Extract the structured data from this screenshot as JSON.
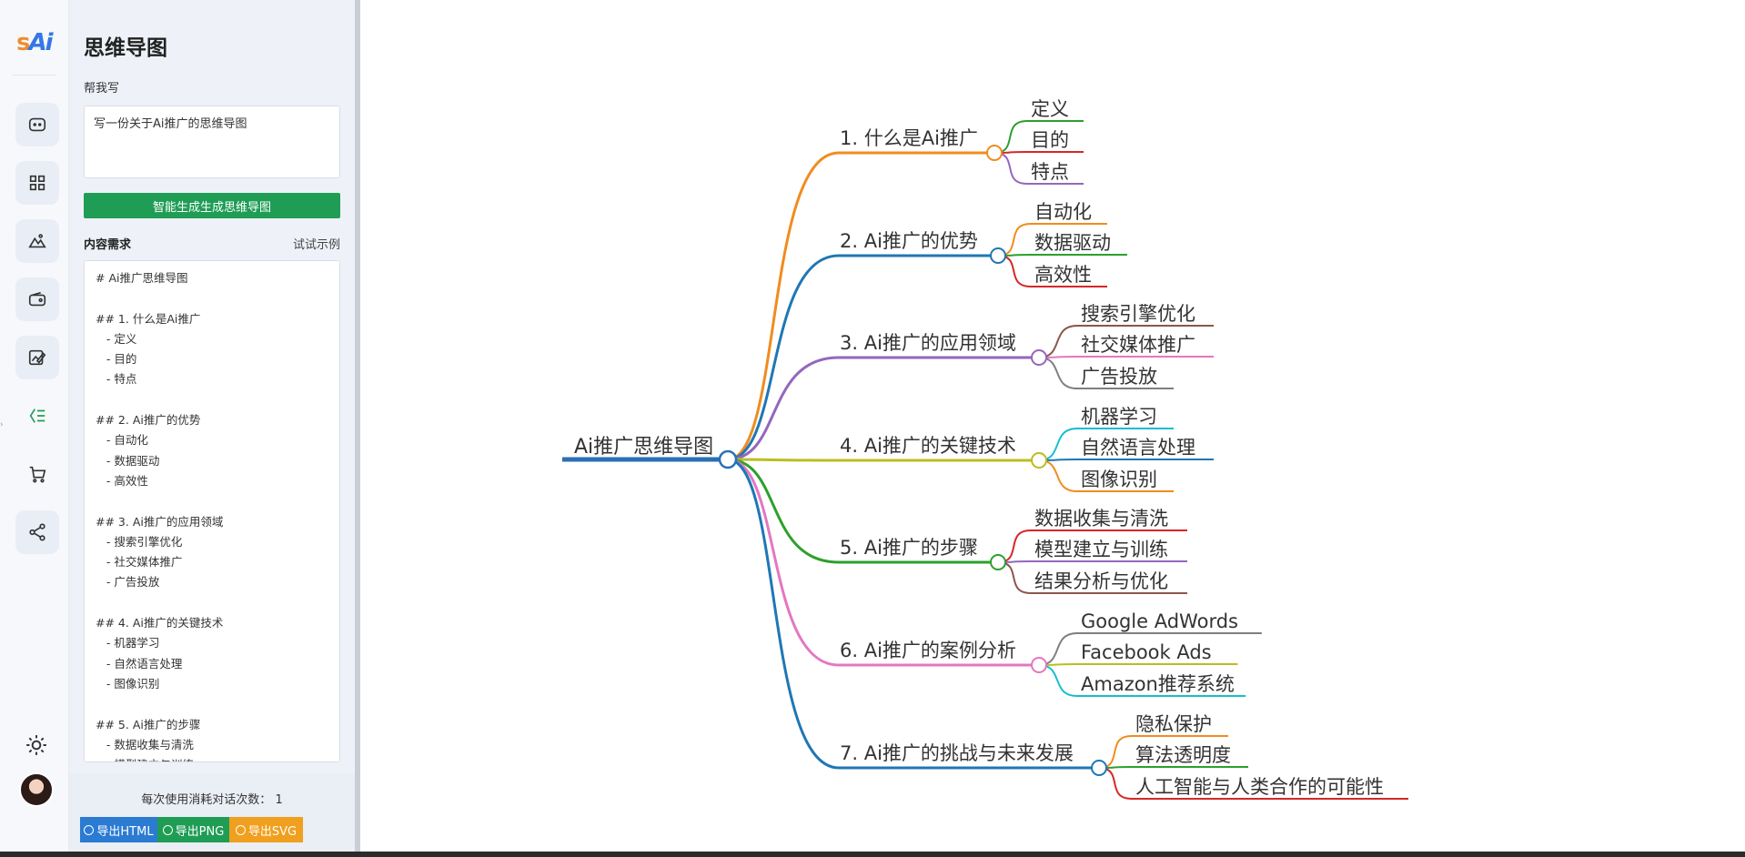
{
  "rail": {
    "logo_s": "s",
    "logo_ai": "Ai",
    "items": [
      "chat-icon",
      "apps-grid-icon",
      "image-icon",
      "wallet-icon",
      "edit-image-icon",
      "mindmap-icon",
      "cart-icon",
      "share-icon"
    ]
  },
  "panel": {
    "title": "思维导图",
    "help_label": "帮我写",
    "prompt_value": "写一份关于Ai推广的思维导图",
    "generate_button": "智能生成生成思维导图",
    "content_label": "内容需求",
    "try_example": "试试示例",
    "content_lines": [
      "# Ai推广思维导图",
      "",
      "## 1. 什么是Ai推广",
      "   - 定义",
      "   - 目的",
      "   - 特点",
      "",
      "## 2. Ai推广的优势",
      "   - 自动化",
      "   - 数据驱动",
      "   - 高效性",
      "",
      "## 3. Ai推广的应用领域",
      "   - 搜索引擎优化",
      "   - 社交媒体推广",
      "   - 广告投放",
      "",
      "## 4. Ai推广的关键技术",
      "   - 机器学习",
      "   - 自然语言处理",
      "   - 图像识别",
      "",
      "## 5. Ai推广的步骤",
      "   - 数据收集与清洗",
      "   - 模型建立与训练"
    ],
    "usage_text": "每次使用消耗对话次数：",
    "usage_count": "1",
    "export_html": "导出HTML",
    "export_png": "导出PNG",
    "export_svg": "导出SVG",
    "colors": {
      "green": "#1f9d55",
      "blue": "#2b7bd3",
      "orange": "#f0a01e"
    }
  },
  "mindmap": {
    "root": "Ai推广思维导图",
    "root_color": "#2a6fb5",
    "branches": [
      {
        "label": "1. 什么是Ai推广",
        "color": "#f08c1e",
        "children": [
          {
            "label": "定义",
            "color": "#2ca02c"
          },
          {
            "label": "目的",
            "color": "#d62728"
          },
          {
            "label": "特点",
            "color": "#9467bd"
          }
        ]
      },
      {
        "label": "2. Ai推广的优势",
        "color": "#1f77b4",
        "children": [
          {
            "label": "自动化",
            "color": "#f08c1e"
          },
          {
            "label": "数据驱动",
            "color": "#2ca02c"
          },
          {
            "label": "高效性",
            "color": "#d62728"
          }
        ]
      },
      {
        "label": "3. Ai推广的应用领域",
        "color": "#9467bd",
        "children": [
          {
            "label": "搜索引擎优化",
            "color": "#8c564b"
          },
          {
            "label": "社交媒体推广",
            "color": "#e377c2"
          },
          {
            "label": "广告投放",
            "color": "#7f7f7f"
          }
        ]
      },
      {
        "label": "4. Ai推广的关键技术",
        "color": "#bcbd22",
        "children": [
          {
            "label": "机器学习",
            "color": "#17becf"
          },
          {
            "label": "自然语言处理",
            "color": "#1f77b4"
          },
          {
            "label": "图像识别",
            "color": "#f08c1e"
          }
        ]
      },
      {
        "label": "5. Ai推广的步骤",
        "color": "#2ca02c",
        "children": [
          {
            "label": "数据收集与清洗",
            "color": "#d62728"
          },
          {
            "label": "模型建立与训练",
            "color": "#9467bd"
          },
          {
            "label": "结果分析与优化",
            "color": "#8c564b"
          }
        ]
      },
      {
        "label": "6. Ai推广的案例分析",
        "color": "#e377c2",
        "children": [
          {
            "label": "Google AdWords",
            "color": "#7f7f7f"
          },
          {
            "label": "Facebook Ads",
            "color": "#bcbd22"
          },
          {
            "label": "Amazon推荐系统",
            "color": "#17becf"
          }
        ]
      },
      {
        "label": "7. Ai推广的挑战与未来发展",
        "color": "#1f77b4",
        "children": [
          {
            "label": "隐私保护",
            "color": "#f08c1e"
          },
          {
            "label": "算法透明度",
            "color": "#2ca02c"
          },
          {
            "label": "人工智能与人类合作的可能性",
            "color": "#d62728"
          }
        ]
      }
    ]
  }
}
